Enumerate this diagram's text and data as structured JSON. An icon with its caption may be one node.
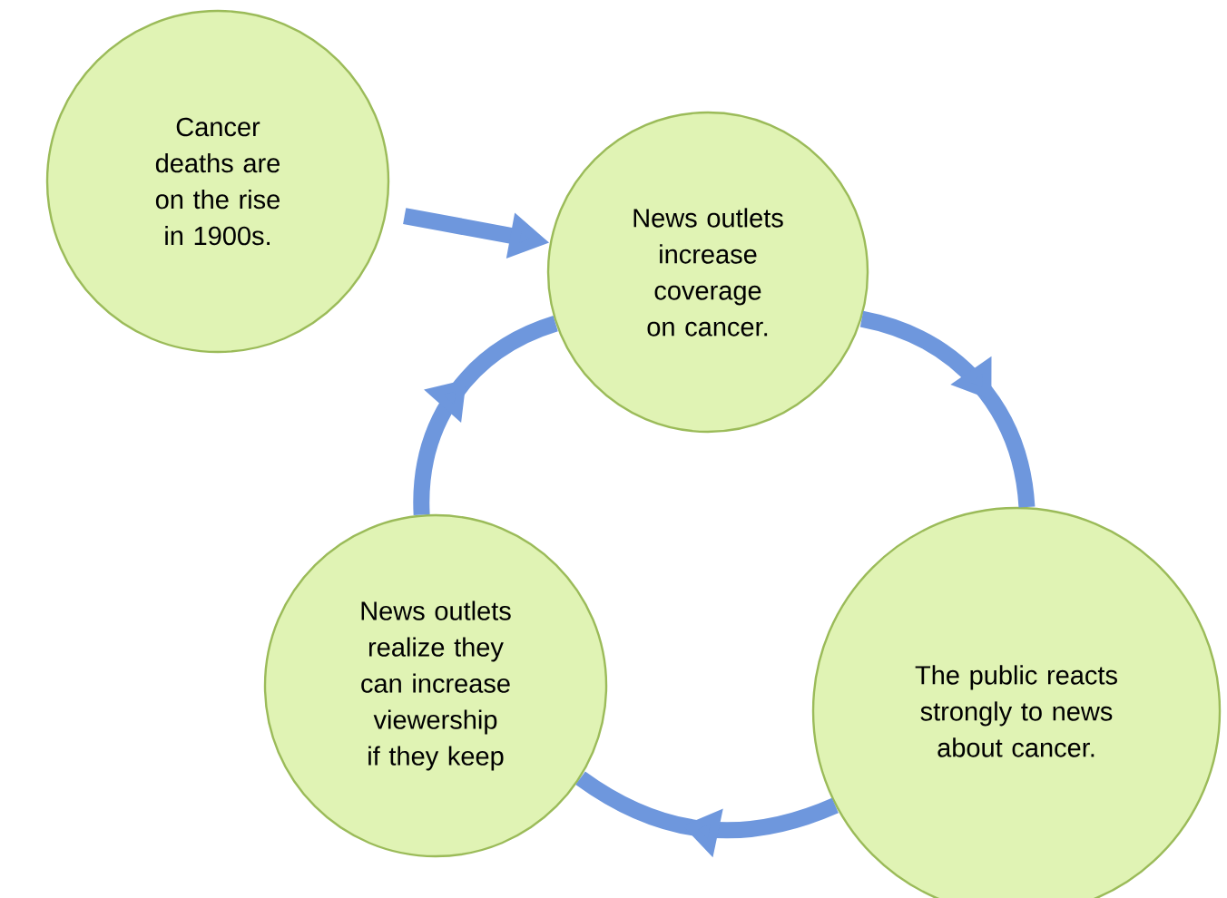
{
  "diagram": {
    "nodes": [
      {
        "text": [
          "Cancer deaths are on the rise in 1900s."
        ]
      },
      {
        "text": [
          "News outlets increase coverage on cancer."
        ]
      },
      {
        "text": [
          "The public reacts strongly to news about cancer."
        ]
      },
      {
        "text": [
          "News outlets realize they can increase viewership if they keep"
        ]
      }
    ],
    "edges": [
      {
        "from": 0,
        "to": 1,
        "arrow": "to"
      },
      {
        "from": 1,
        "to": 2,
        "arrow": "to"
      },
      {
        "from": 2,
        "to": 3,
        "arrow": "to"
      },
      {
        "from": 3,
        "to": 1,
        "arrow": "to"
      }
    ]
  }
}
